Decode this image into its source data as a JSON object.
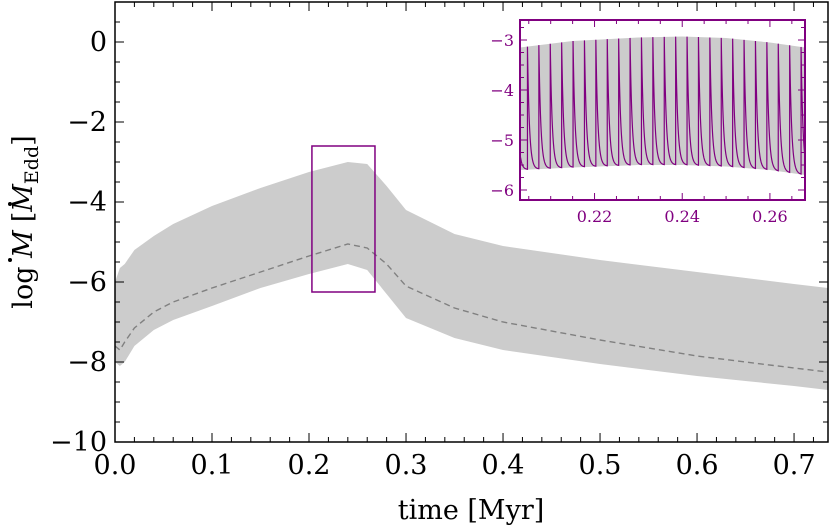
{
  "chart_data": [
    {
      "type": "area",
      "ylabel": "log Ṁ [Ṁ_Edd]",
      "ylabel_main": "log ",
      "ylabel_M": "M",
      "ylabel_bracket_open": "[",
      "ylabel_M2": "M",
      "ylabel_sub": "Edd",
      "ylabel_bracket_close": "]",
      "xlabel": "time [Myr]",
      "xlim": [
        0,
        0.735
      ],
      "ylim": [
        -10,
        1
      ],
      "x_ticks": [
        0.0,
        0.1,
        0.2,
        0.3,
        0.4,
        0.5,
        0.6,
        0.7
      ],
      "x_tick_labels": [
        "0.0",
        "0.1",
        "0.2",
        "0.3",
        "0.4",
        "0.5",
        "0.6",
        "0.7"
      ],
      "y_ticks": [
        0,
        -2,
        -4,
        -6,
        -8,
        -10
      ],
      "y_tick_labels": [
        "0",
        "−2",
        "−4",
        "−6",
        "−8",
        "−10"
      ],
      "band": {
        "x": [
          0.0,
          0.005,
          0.01,
          0.02,
          0.04,
          0.06,
          0.1,
          0.15,
          0.2,
          0.24,
          0.26,
          0.28,
          0.3,
          0.35,
          0.4,
          0.5,
          0.6,
          0.7,
          0.735
        ],
        "upper": [
          -6.0,
          -5.65,
          -5.55,
          -5.2,
          -4.85,
          -4.55,
          -4.1,
          -3.65,
          -3.25,
          -3.0,
          -3.05,
          -3.6,
          -4.2,
          -4.8,
          -5.1,
          -5.45,
          -5.75,
          -6.05,
          -6.15
        ],
        "lower": [
          -8.0,
          -8.1,
          -8.0,
          -7.6,
          -7.2,
          -6.95,
          -6.6,
          -6.15,
          -5.8,
          -5.55,
          -5.7,
          -6.3,
          -6.9,
          -7.4,
          -7.7,
          -8.05,
          -8.35,
          -8.6,
          -8.7
        ]
      },
      "median": {
        "x": [
          0.0,
          0.005,
          0.01,
          0.02,
          0.04,
          0.06,
          0.1,
          0.15,
          0.2,
          0.24,
          0.26,
          0.28,
          0.3,
          0.35,
          0.4,
          0.5,
          0.6,
          0.7,
          0.735
        ],
        "y": [
          -7.6,
          -7.7,
          -7.5,
          -7.15,
          -6.75,
          -6.5,
          -6.15,
          -5.75,
          -5.35,
          -5.05,
          -5.15,
          -5.55,
          -6.1,
          -6.65,
          -7.0,
          -7.45,
          -7.85,
          -8.15,
          -8.25
        ]
      },
      "highlight_box": {
        "x": [
          0.203,
          0.268
        ],
        "y": [
          -6.25,
          -2.6
        ]
      },
      "colors": {
        "band": "#cccccc",
        "median": "#808080",
        "box": "#800080",
        "axis": "#000000"
      },
      "grid": false
    },
    {
      "type": "line",
      "xlim": [
        0.203,
        0.268
      ],
      "ylim": [
        -6.2,
        -2.6
      ],
      "x_ticks": [
        0.22,
        0.24,
        0.26
      ],
      "x_tick_labels": [
        "0.22",
        "0.24",
        "0.26"
      ],
      "y_ticks": [
        -3,
        -4,
        -5,
        -6
      ],
      "y_tick_labels": [
        "−3",
        "−4",
        "−5",
        "−6"
      ],
      "band_upper": [
        [
          0.203,
          -3.15
        ],
        [
          0.215,
          -3.02
        ],
        [
          0.23,
          -2.95
        ],
        [
          0.24,
          -2.93
        ],
        [
          0.25,
          -2.96
        ],
        [
          0.26,
          -3.05
        ],
        [
          0.268,
          -3.15
        ]
      ],
      "band_lower": [
        [
          0.203,
          -5.6
        ],
        [
          0.215,
          -5.55
        ],
        [
          0.23,
          -5.5
        ],
        [
          0.24,
          -5.5
        ],
        [
          0.25,
          -5.53
        ],
        [
          0.26,
          -5.6
        ],
        [
          0.268,
          -5.7
        ]
      ],
      "bursts": {
        "first_peak": 0.2047,
        "period": 0.0026,
        "count": 25,
        "decay_constant": 0.00045
      },
      "colors": {
        "band": "#cccccc",
        "line": "#800080",
        "axis": "#800080"
      },
      "grid": false
    }
  ]
}
